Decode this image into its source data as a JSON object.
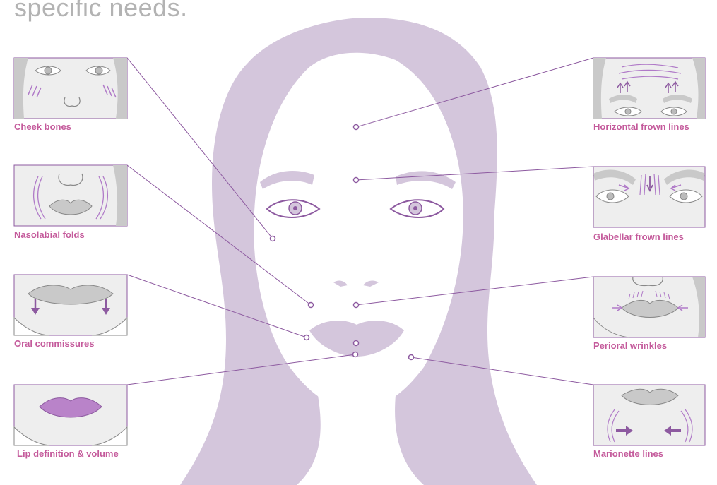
{
  "heading": "specific needs.",
  "colors": {
    "face": "#d4c6dc",
    "line": "#8d5aa0",
    "label": "#c45a9b",
    "panel_bg": "#eeeeee",
    "panel_border": "#8d5aa0",
    "heading": "#b3b3b3"
  },
  "labels": {
    "cheek_bones": "Cheek bones",
    "nasolabial_folds": "Nasolabial folds",
    "oral_commissures": "Oral commissures",
    "lip_definition": "Lip definition & volume",
    "horizontal_frown_lines": "Horizontal frown lines",
    "glabellar_frown_lines": "Glabellar frown lines",
    "perioral_wrinkles": "Perioral wrinkles",
    "marionette_lines": "Marionette lines"
  }
}
